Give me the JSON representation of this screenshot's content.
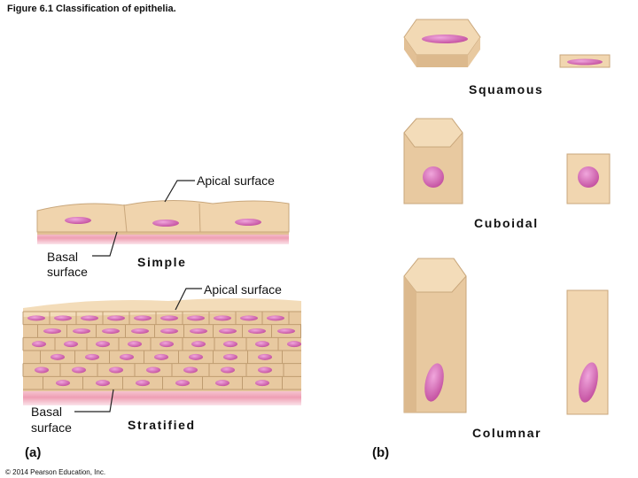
{
  "figure": {
    "title": "Figure 6.1 Classification of epithelia.",
    "copyright": "© 2014 Pearson Education, Inc."
  },
  "panel_a": {
    "label": "(a)",
    "simple": {
      "classification": "Simple",
      "apical_label": "Apical surface",
      "basal_label_line1": "Basal",
      "basal_label_line2": "surface"
    },
    "stratified": {
      "classification": "Stratified",
      "apical_label": "Apical surface",
      "basal_label_line1": "Basal",
      "basal_label_line2": "surface"
    }
  },
  "panel_b": {
    "label": "(b)",
    "shapes": [
      "Squamous",
      "Cuboidal",
      "Columnar"
    ]
  },
  "colors": {
    "cell": "#f1d6b0",
    "cell_shadow": "#d9b98e",
    "cell_border": "#b8976c",
    "nucleus": "#d86fb8",
    "connective": "#f2b9c6"
  }
}
